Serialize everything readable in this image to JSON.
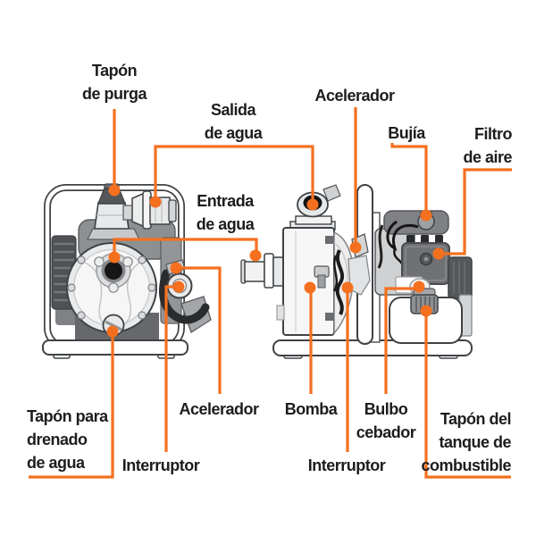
{
  "colors": {
    "accent": "#F4701F",
    "ink": "#1D1D1F",
    "background": "#FFFFFF"
  },
  "illustration": {
    "subject": "gasoline-water-pump-parts-diagram",
    "views": [
      "front-view",
      "side-view"
    ]
  },
  "labels": {
    "tapon_purga": {
      "lines": [
        "Tapón",
        "de purga"
      ]
    },
    "salida_agua": {
      "lines": [
        "Salida",
        "de agua"
      ]
    },
    "entrada_agua": {
      "lines": [
        "Entrada",
        "de agua"
      ]
    },
    "acelerador_superior": {
      "lines": [
        "Acelerador"
      ]
    },
    "bujia": {
      "lines": [
        "Bujía"
      ]
    },
    "filtro_aire": {
      "lines": [
        "Filtro",
        "de aire"
      ]
    },
    "tapon_drenado": {
      "lines": [
        "Tapón para",
        "drenado",
        "de agua"
      ]
    },
    "acelerador_inferior": {
      "lines": [
        "Acelerador"
      ]
    },
    "interruptor_izq": {
      "lines": [
        "Interruptor"
      ]
    },
    "bomba": {
      "lines": [
        "Bomba"
      ]
    },
    "bulbo_cebador": {
      "lines": [
        "Bulbo",
        "cebador"
      ]
    },
    "interruptor_der": {
      "lines": [
        "Interruptor"
      ]
    },
    "tapon_tanque": {
      "lines": [
        "Tapón del",
        "tanque de",
        "combustible"
      ]
    }
  }
}
